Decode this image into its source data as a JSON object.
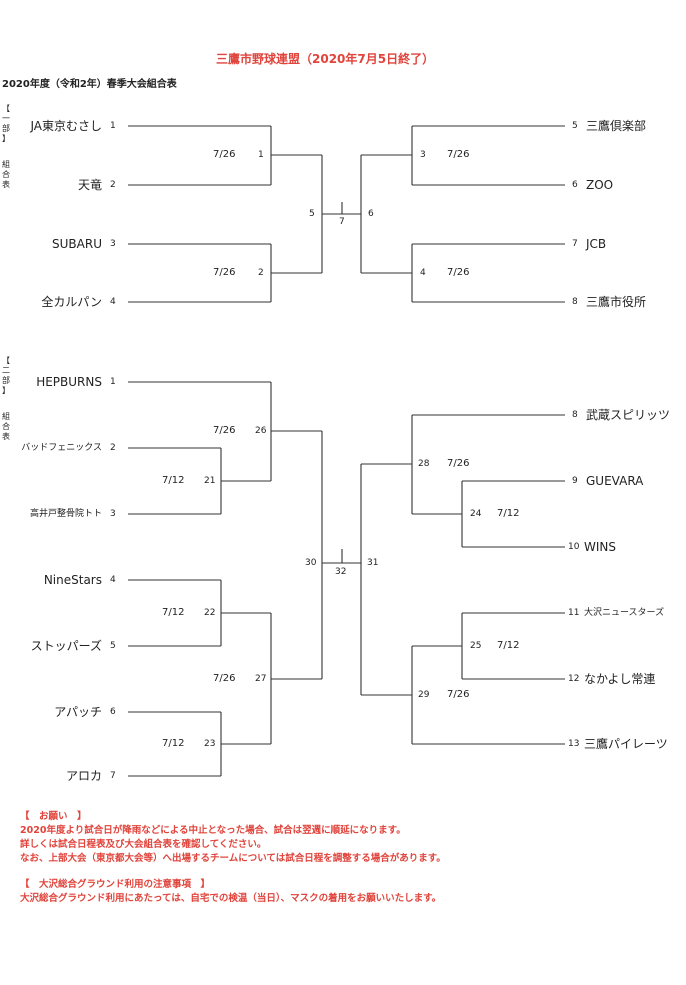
{
  "title": "三鷹市野球連盟（2020年7月5日終了）",
  "subtitle": "2020年度（令和2年）春季大会組合表",
  "division1": {
    "label_bracket": "【一部】",
    "label_sub": "組合表",
    "left_teams": [
      {
        "name": "JA東京むさし",
        "seed": "1"
      },
      {
        "name": "天竜",
        "seed": "2"
      },
      {
        "name": "SUBARU",
        "seed": "3"
      },
      {
        "name": "全カルパン",
        "seed": "4"
      }
    ],
    "right_teams": [
      {
        "name": "三鷹倶楽部",
        "seed": "5"
      },
      {
        "name": "ZOO",
        "seed": "6"
      },
      {
        "name": "JCB",
        "seed": "7"
      },
      {
        "name": "三鷹市役所",
        "seed": "8"
      }
    ],
    "games": [
      {
        "no": "1",
        "date": "7/26"
      },
      {
        "no": "2",
        "date": "7/26"
      },
      {
        "no": "3",
        "date": "7/26"
      },
      {
        "no": "4",
        "date": "7/26"
      },
      {
        "no": "5"
      },
      {
        "no": "6"
      },
      {
        "no": "7"
      }
    ]
  },
  "division2": {
    "label_bracket": "【二部】",
    "label_sub": "組合表",
    "left_teams": [
      {
        "name": "HEPBURNS",
        "seed": "1"
      },
      {
        "name": "バッドフェニックス",
        "seed": "2"
      },
      {
        "name": "高井戸整骨院トト",
        "seed": "3"
      },
      {
        "name": "NineStars",
        "seed": "4"
      },
      {
        "name": "ストッパーズ",
        "seed": "5"
      },
      {
        "name": "アパッチ",
        "seed": "6"
      },
      {
        "name": "アロカ",
        "seed": "7"
      }
    ],
    "right_teams": [
      {
        "name": "武蔵スピリッツ",
        "seed": "8"
      },
      {
        "name": "GUEVARA",
        "seed": "9"
      },
      {
        "name": "WINS",
        "seed": "10"
      },
      {
        "name": "大沢ニュースターズ",
        "seed": "11"
      },
      {
        "name": "なかよし常連",
        "seed": "12"
      },
      {
        "name": "三鷹パイレーツ",
        "seed": "13"
      }
    ],
    "games": [
      {
        "no": "21",
        "date": "7/12"
      },
      {
        "no": "22",
        "date": "7/12"
      },
      {
        "no": "23",
        "date": "7/12"
      },
      {
        "no": "24",
        "date": "7/12"
      },
      {
        "no": "25",
        "date": "7/12"
      },
      {
        "no": "26",
        "date": "7/26"
      },
      {
        "no": "27",
        "date": "7/26"
      },
      {
        "no": "28",
        "date": "7/26"
      },
      {
        "no": "29",
        "date": "7/26"
      },
      {
        "no": "30"
      },
      {
        "no": "31"
      },
      {
        "no": "32"
      }
    ]
  },
  "notices": {
    "request_heading": "【　お願い　】",
    "request_lines": [
      "2020年度より試合日が降雨などによる中止となった場合、試合は翌週に順延になります。",
      "詳しくは試合日程表及び大会組合表を確認してください。",
      "なお、上部大会（東京都大会等）へ出場するチームについては試合日程を調整する場合があります。"
    ],
    "ground_heading": "【　大沢総合グラウンド利用の注意事項　】",
    "ground_lines": [
      "大沢総合グラウンド利用にあたっては、自宅での検温（当日）、マスクの着用をお願いいたします。"
    ]
  }
}
